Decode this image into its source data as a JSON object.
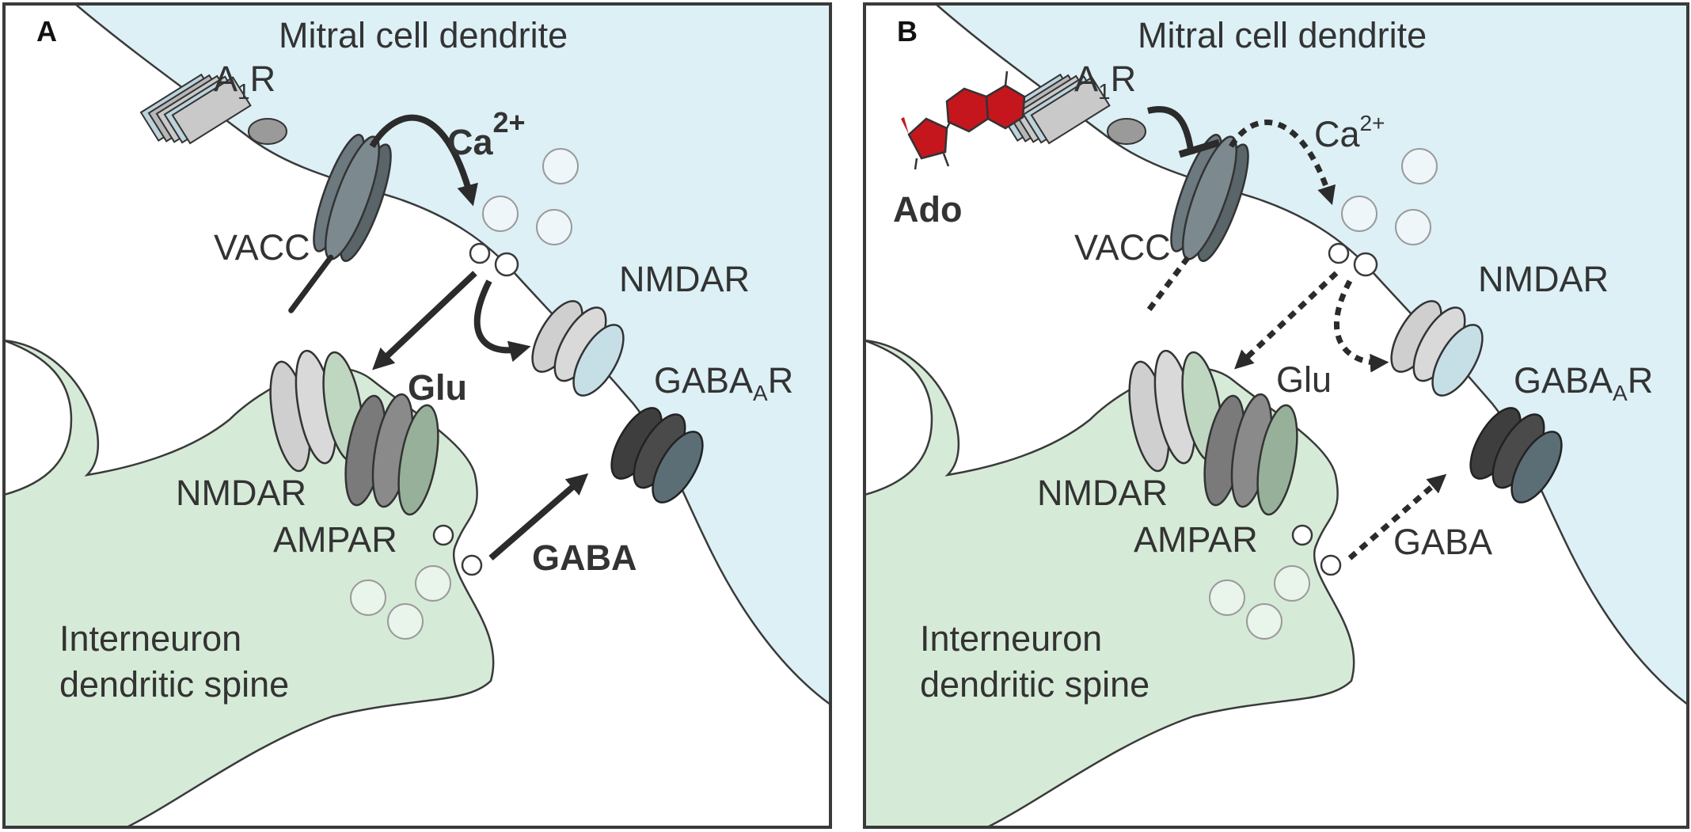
{
  "panels": [
    {
      "letter": "A",
      "mitral_label": "Mitral cell dendrite",
      "interneuron_line1": "Interneuron",
      "interneuron_line2": "dendritic spine",
      "a1r_main": "A",
      "a1r_sub": "1",
      "a1r_tail": "R",
      "vacc": "VACC",
      "ca_main": "Ca",
      "ca_sup": "2+",
      "glu": "Glu",
      "gaba": "GABA",
      "nmdar_top": "NMDAR",
      "gabaar_main": "GABA",
      "gabaar_sub": "A",
      "gabaar_tail": "R",
      "nmdar_bottom": "NMDAR",
      "ampar": "AMPAR",
      "inhibited": false
    },
    {
      "letter": "B",
      "mitral_label": "Mitral cell dendrite",
      "interneuron_line1": "Interneuron",
      "interneuron_line2": "dendritic spine",
      "a1r_main": "A",
      "a1r_sub": "1",
      "a1r_tail": "R",
      "vacc": "VACC",
      "ca_main": "Ca",
      "ca_sup": "2+",
      "glu": "Glu",
      "gaba": "GABA",
      "nmdar_top": "NMDAR",
      "gabaar_main": "GABA",
      "gabaar_sub": "A",
      "gabaar_tail": "R",
      "nmdar_bottom": "NMDAR",
      "ampar": "AMPAR",
      "ado": "Ado",
      "inhibited": true
    }
  ],
  "colors": {
    "mitral_fill": "#dcf0f6",
    "interneuron_fill": "#d6ead8",
    "ado_red": "#c4161c",
    "arrow": "#2b2b2b"
  }
}
